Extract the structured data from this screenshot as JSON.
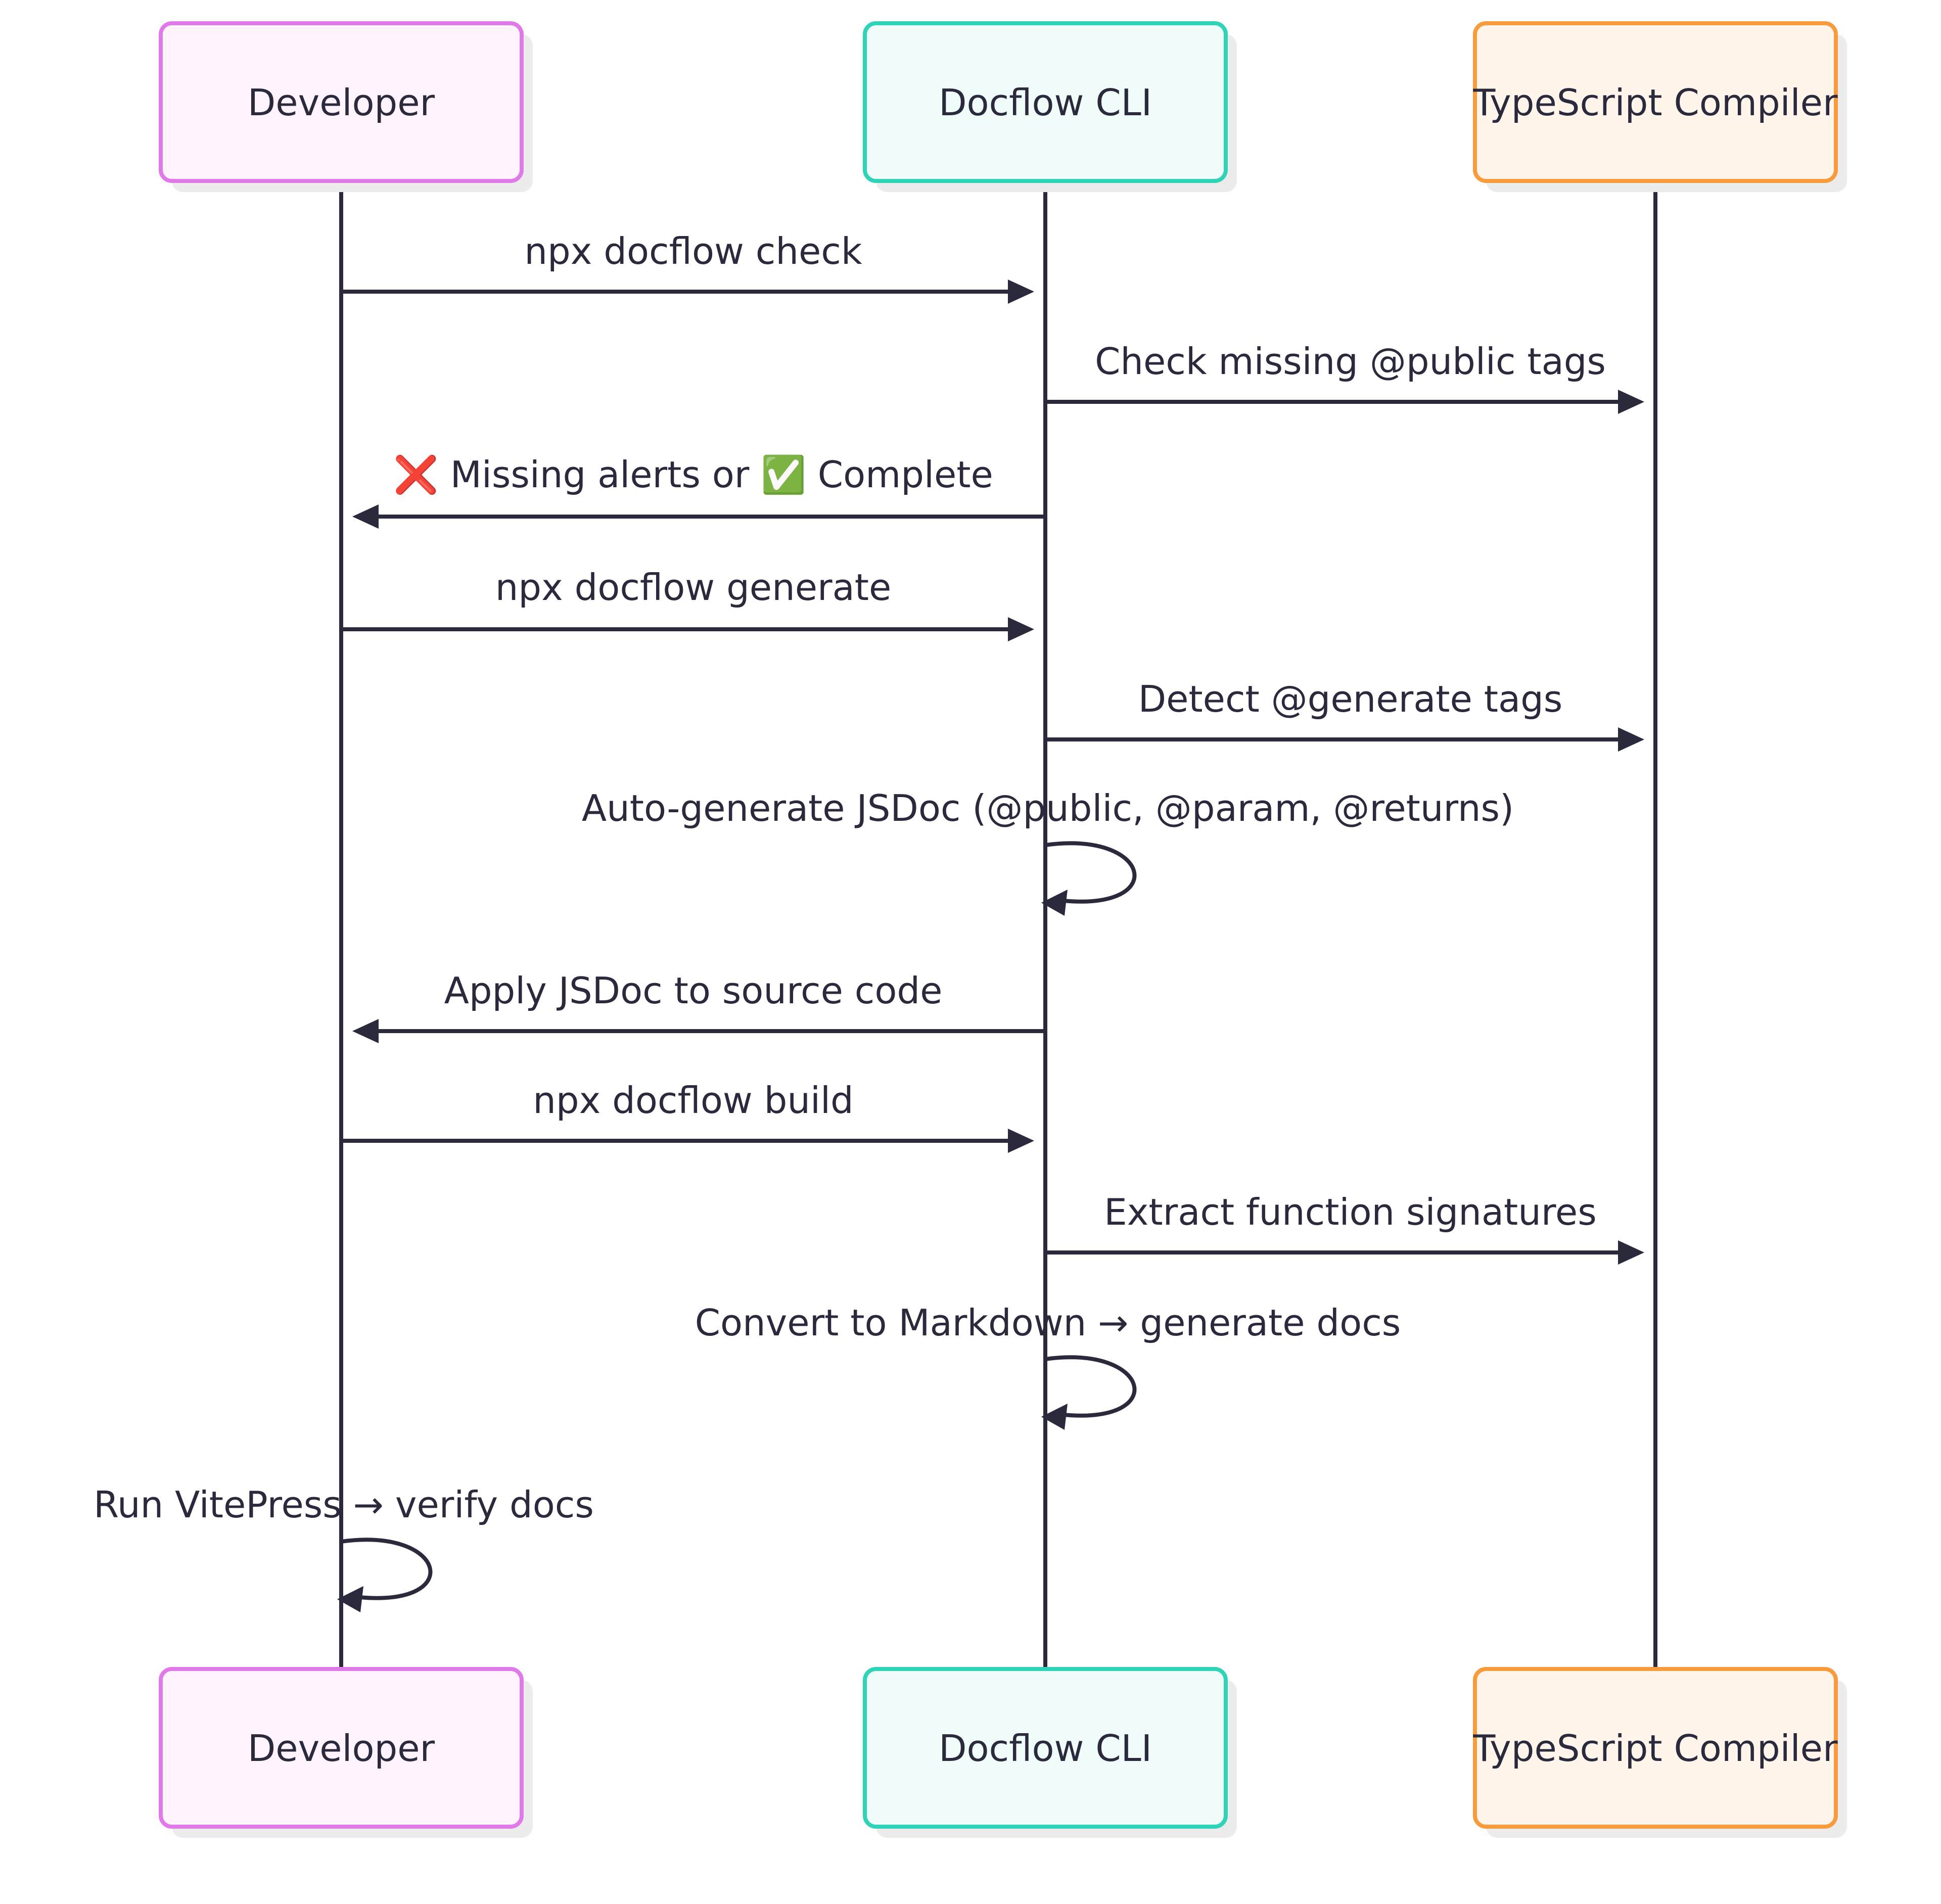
{
  "participants": [
    {
      "id": "dev",
      "label": "Developer",
      "stroke": "#e07ae9",
      "fill": "#fff4fe"
    },
    {
      "id": "cli",
      "label": "Docflow CLI",
      "stroke": "#2fd3b8",
      "fill": "#f0fcfa"
    },
    {
      "id": "tsc",
      "label": "TypeScript Compiler",
      "stroke": "#f79b3c",
      "fill": "#fff5eb"
    }
  ],
  "messages": [
    {
      "from": "dev",
      "to": "cli",
      "label": "npx docflow check"
    },
    {
      "from": "cli",
      "to": "tsc",
      "label": "Check missing @public tags"
    },
    {
      "from": "cli",
      "to": "dev",
      "label": "❌ Missing alerts or ✅ Complete"
    },
    {
      "from": "dev",
      "to": "cli",
      "label": "npx docflow generate"
    },
    {
      "from": "cli",
      "to": "tsc",
      "label": "Detect @generate tags"
    },
    {
      "from": "cli",
      "to": "cli",
      "label": "Auto-generate JSDoc (@public, @param, @returns)"
    },
    {
      "from": "cli",
      "to": "dev",
      "label": "Apply JSDoc to source code"
    },
    {
      "from": "dev",
      "to": "cli",
      "label": "npx docflow build"
    },
    {
      "from": "cli",
      "to": "tsc",
      "label": "Extract function signatures"
    },
    {
      "from": "cli",
      "to": "cli",
      "label": "Convert to Markdown → generate docs"
    },
    {
      "from": "dev",
      "to": "dev",
      "label": "Run VitePress → verify docs"
    }
  ],
  "colors": {
    "line": "#2b2a3d",
    "text": "#2b2a3d",
    "shadow": "#ececec"
  }
}
